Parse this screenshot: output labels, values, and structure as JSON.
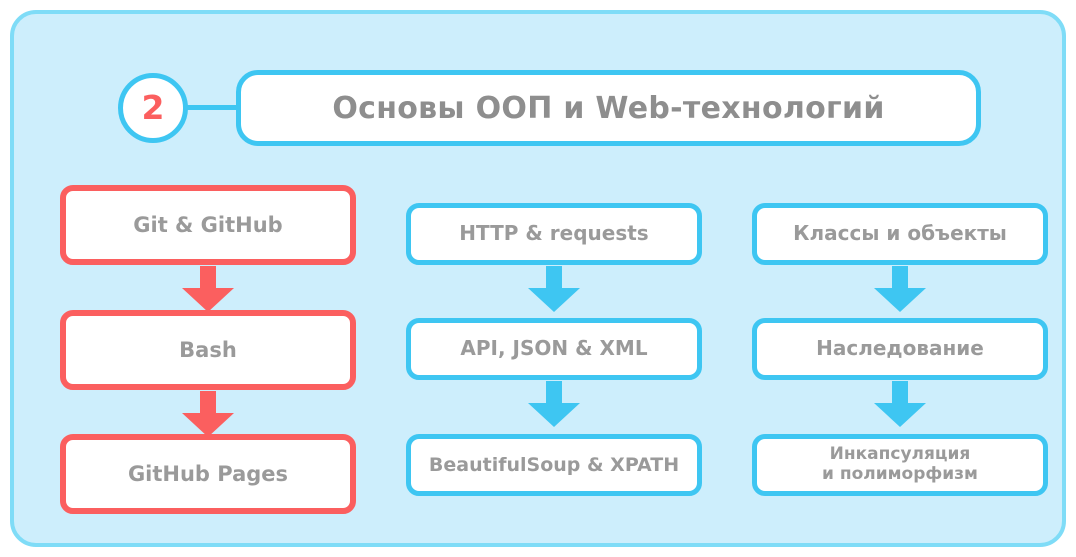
{
  "frame": {
    "background_color": "#cdeefc",
    "border_color": "#7fdcf7"
  },
  "header": {
    "badge_number": "2",
    "badge_number_color": "#fb5f5f",
    "title": "Основы ООП и Web-технологий",
    "title_color": "#8e8e8e",
    "accent_color": "#3ec6f2"
  },
  "columns": [
    {
      "id": "git-column",
      "theme": "red",
      "accent_color": "#fb5f5f",
      "nodes": [
        {
          "label": "Git & GitHub"
        },
        {
          "label": "Bash"
        },
        {
          "label": "GitHub Pages"
        }
      ],
      "arrows": [
        "down-arrow",
        "down-arrow"
      ]
    },
    {
      "id": "web-column",
      "theme": "blue",
      "accent_color": "#3ec6f2",
      "nodes": [
        {
          "label": "HTTP & requests"
        },
        {
          "label": "API, JSON & XML"
        },
        {
          "label": "BeautifulSoup & XPATH"
        }
      ],
      "arrows": [
        "down-arrow",
        "down-arrow"
      ]
    },
    {
      "id": "oop-column",
      "theme": "blue",
      "accent_color": "#3ec6f2",
      "nodes": [
        {
          "label": "Классы и объекты"
        },
        {
          "label": "Наследование"
        },
        {
          "label": "Инкапсуляция\nи полиморфизм"
        }
      ],
      "arrows": [
        "down-arrow",
        "down-arrow"
      ]
    }
  ]
}
